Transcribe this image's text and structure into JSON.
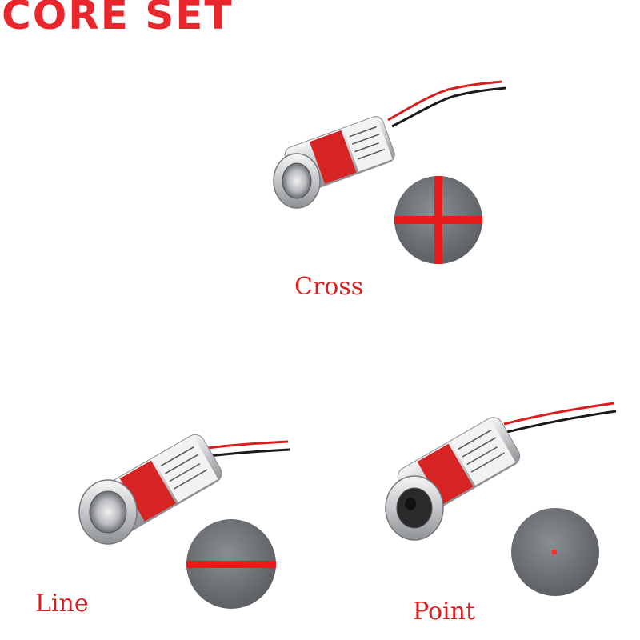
{
  "brand": {
    "name": "CORE SET",
    "color": "#e8262b"
  },
  "modules": [
    {
      "label": "Cross",
      "pattern": "cross"
    },
    {
      "label": "Line",
      "pattern": "line"
    },
    {
      "label": "Point",
      "pattern": "point"
    }
  ],
  "colors": {
    "laser": "#e81b1b",
    "beam_bg": "#6e7175",
    "body_steel": "#d9dadd",
    "label_red": "#d62424",
    "wire_red": "#d81e1e",
    "wire_black": "#1a1a1a"
  }
}
